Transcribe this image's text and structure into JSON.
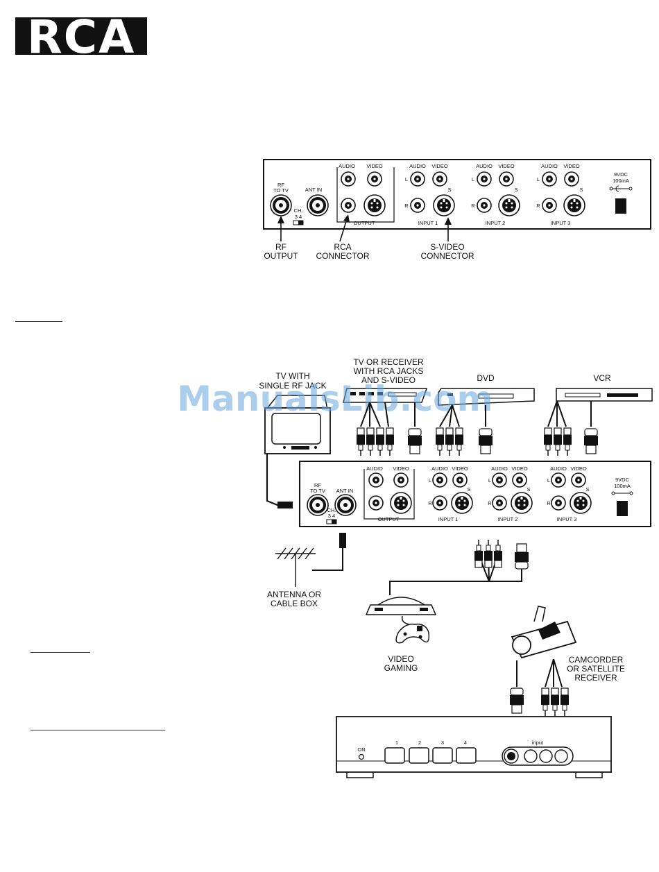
{
  "logo": {
    "text": "RCA"
  },
  "watermark": {
    "text": "ManualsLib.com"
  },
  "panel_top": {
    "rf_line1": "RF",
    "rf_line2": "TO TV",
    "ant_in": "ANT IN",
    "ch": "CH.",
    "ch_nums": "3  4",
    "out_audio": "AUDIO",
    "out_video": "VIDEO",
    "output": "OUTPUT",
    "audio": "AUDIO",
    "video": "VIDEO",
    "l": "L",
    "r": "R",
    "s": "S",
    "input1": "INPUT 1",
    "input2": "INPUT 2",
    "input3": "INPUT 3",
    "power_v": "9VDC",
    "power_ma": "100mA"
  },
  "callouts": {
    "rf_output_1": "RF",
    "rf_output_2": "OUTPUT",
    "rca_1": "RCA",
    "rca_2": "CONNECTOR",
    "svideo_1": "S-VIDEO",
    "svideo_2": "CONNECTOR"
  },
  "devices": {
    "tv_1": "TV WITH",
    "tv_2": "SINGLE RF JACK",
    "receiver_1": "TV OR RECEIVER",
    "receiver_2": "WITH RCA JACKS",
    "receiver_3": "AND S-VIDEO",
    "dvd": "DVD",
    "vcr": "VCR",
    "antenna_1": "ANTENNA OR",
    "antenna_2": "CABLE BOX",
    "gaming_1": "VIDEO",
    "gaming_2": "GAMING",
    "cam_1": "CAMCORDER",
    "cam_2": "OR SATELLITE",
    "cam_3": "RECEIVER"
  },
  "front_panel": {
    "on": "ON",
    "b1": "1",
    "b2": "2",
    "b3": "3",
    "b4": "4",
    "input": "input"
  }
}
